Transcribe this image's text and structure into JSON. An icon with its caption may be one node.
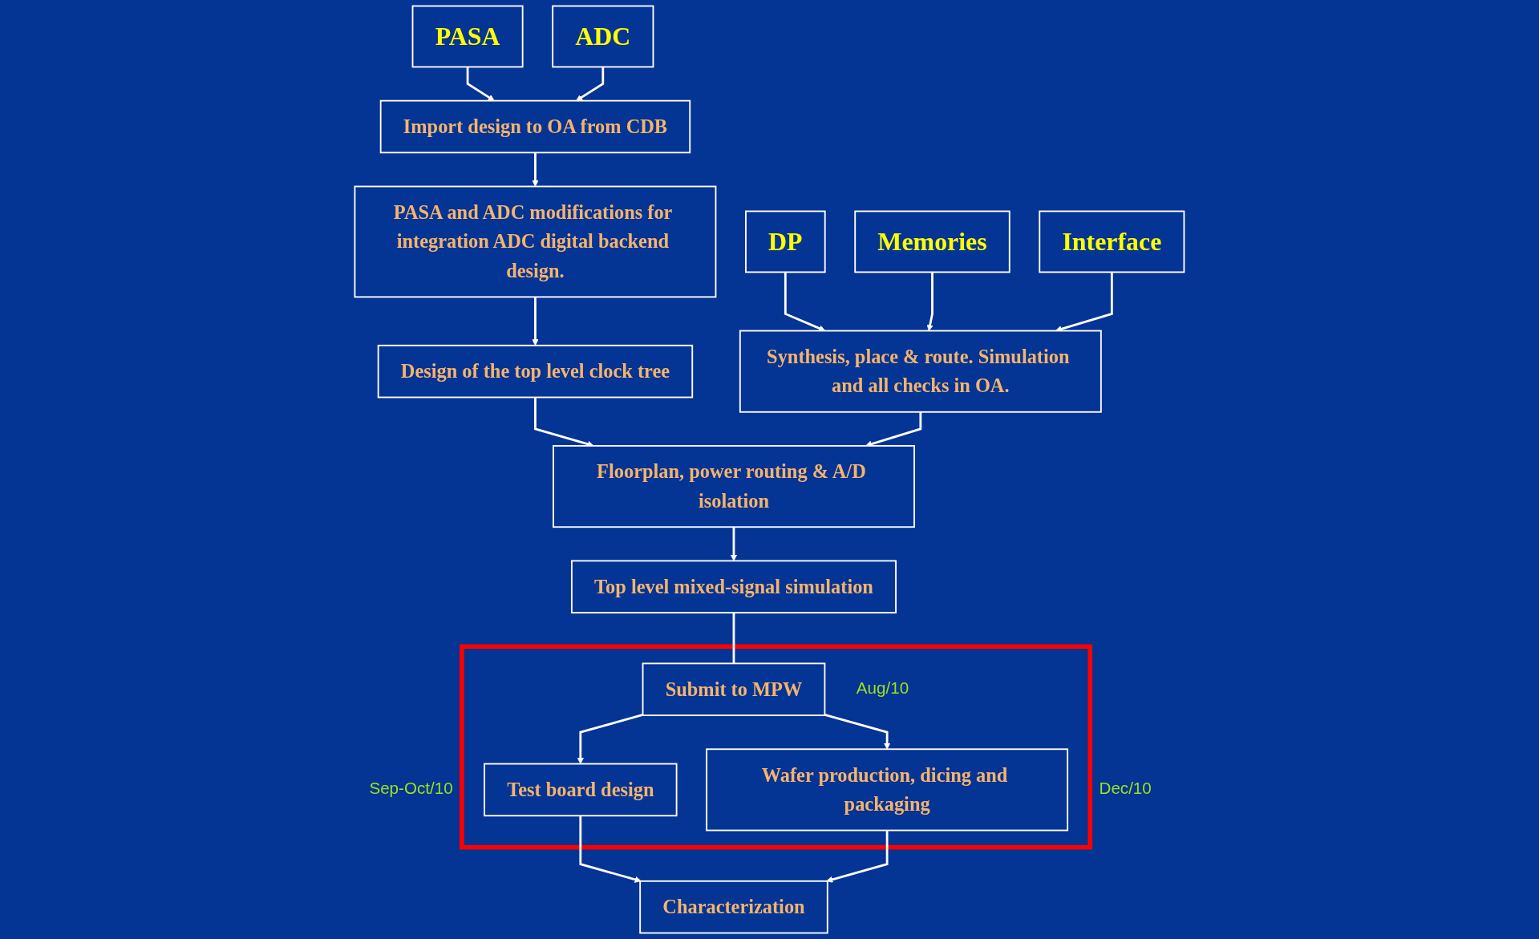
{
  "diagram": {
    "nodes": [
      {
        "text": [
          "PASA"
        ]
      },
      {
        "text": [
          "ADC"
        ]
      },
      {
        "text": [
          "DP"
        ]
      },
      {
        "text": [
          "Memories"
        ]
      },
      {
        "text": [
          "Interface"
        ]
      },
      {
        "text": [
          "Import design to OA from CDB"
        ]
      },
      {
        "text": [
          "PASA and ADC modifications for integration ADC digital backend design."
        ]
      },
      {
        "text": [
          "Design of the top level clock tree"
        ]
      },
      {
        "text": [
          "Synthesis, place & route. Simulation and all checks in OA."
        ]
      },
      {
        "text": [
          "Floorplan, power routing & A/D isolation"
        ]
      },
      {
        "text": [
          "Top level mixed-signal simulation"
        ]
      },
      {
        "text": [],
        "shape": "box"
      },
      {
        "text": [
          "Submit to MPW"
        ],
        "beside": [
          "Aug/10"
        ],
        "in": 11
      },
      {
        "text": [
          "Test board design"
        ],
        "beside": [
          "Sep-Oct/10"
        ],
        "in": 11
      },
      {
        "text": [
          "Wafer production, dicing and packaging"
        ],
        "beside": [
          "Dec/10"
        ],
        "in": 11
      },
      {
        "text": [
          "Characterization"
        ]
      }
    ],
    "edges": [
      {
        "from": 0,
        "to": 5,
        "arrow": "to"
      },
      {
        "from": 1,
        "to": 5,
        "arrow": "to"
      },
      {
        "from": 5,
        "to": 6,
        "arrow": "to"
      },
      {
        "from": 6,
        "to": 7,
        "arrow": "to"
      },
      {
        "from": 2,
        "to": 8,
        "arrow": "to"
      },
      {
        "from": 3,
        "to": 8,
        "arrow": "to"
      },
      {
        "from": 4,
        "to": 8,
        "arrow": "to"
      },
      {
        "from": 7,
        "to": 9,
        "arrow": "to"
      },
      {
        "from": 8,
        "to": 9,
        "arrow": "to"
      },
      {
        "from": 9,
        "to": 10,
        "arrow": "to"
      },
      {
        "from": 10,
        "to": 12,
        "arrow": "none"
      },
      {
        "from": 12,
        "to": 13,
        "arrow": "to"
      },
      {
        "from": 12,
        "to": 14,
        "arrow": "to"
      },
      {
        "from": 13,
        "to": 15,
        "arrow": "to"
      },
      {
        "from": 14,
        "to": 15,
        "arrow": "to"
      }
    ]
  }
}
